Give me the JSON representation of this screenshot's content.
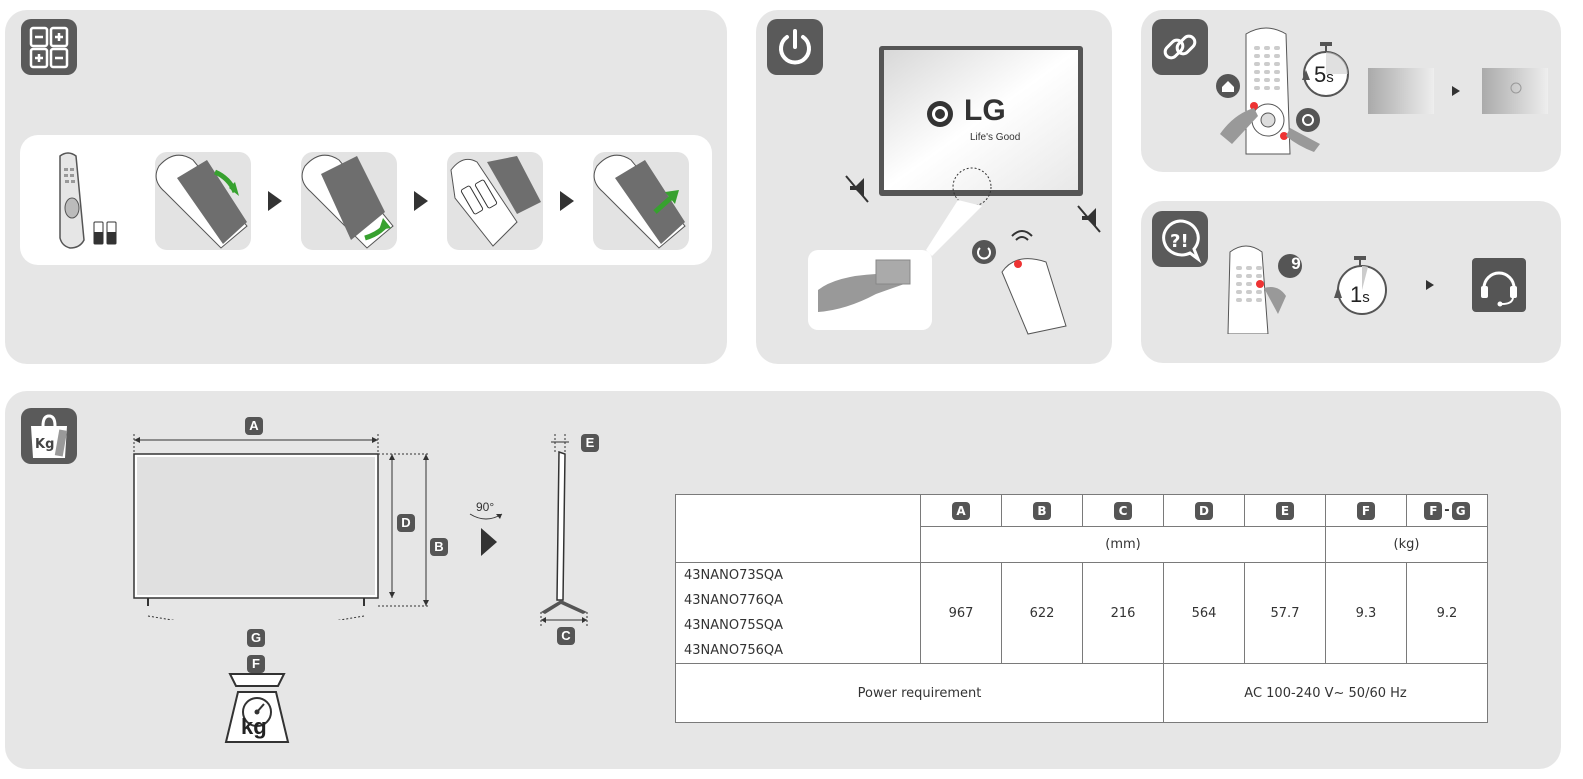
{
  "sections": {
    "battery": {
      "icon": "battery-install-icon",
      "steps": [
        "insert-cover-open",
        "slide-cover",
        "insert-batteries",
        "close-cover"
      ]
    },
    "power": {
      "icon": "power-icon",
      "tv_logo": "LG",
      "tv_slogan": "Life's Good"
    },
    "pairing": {
      "icon": "link-icon",
      "timer": "5",
      "timer_unit": "s"
    },
    "help": {
      "icon": "help-icon",
      "button_number": "9",
      "timer": "1",
      "timer_unit": "s"
    },
    "dimensions": {
      "icon": "weight-icon",
      "labels": {
        "A": "A",
        "B": "B",
        "C": "C",
        "D": "D",
        "E": "E",
        "F": "F",
        "G": "G"
      },
      "rotation": "90°",
      "scale_unit": "kg"
    }
  },
  "spec_table": {
    "letters": [
      "A",
      "B",
      "C",
      "D",
      "E",
      "F"
    ],
    "fg_first": "F",
    "fg_sep": "-",
    "fg_second": "G",
    "unit_mm": "(mm)",
    "unit_kg": "(kg)",
    "models": [
      "43NANO73SQA",
      "43NANO776QA",
      "43NANO75SQA",
      "43NANO756QA"
    ],
    "values": [
      "967",
      "622",
      "216",
      "564",
      "57.7",
      "9.3",
      "9.2"
    ],
    "power_label": "Power requirement",
    "power_value": "AC 100-240 V~ 50/60 Hz"
  }
}
